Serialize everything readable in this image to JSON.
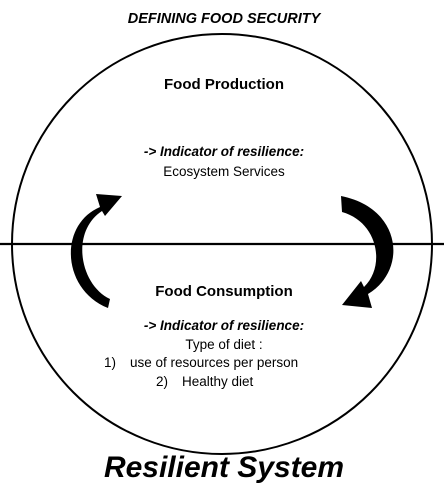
{
  "title": "DEFINING FOOD SECURITY",
  "production": {
    "heading": "Food Production",
    "indicator_label": "-> Indicator of resilience:",
    "indicator_value": "Ecosystem Services"
  },
  "consumption": {
    "heading": "Food Consumption",
    "indicator_label": "-> Indicator of resilience:",
    "diet_label": "Type of diet :",
    "items": [
      {
        "num": "1)",
        "text": "use of resources per person"
      },
      {
        "num": "2)",
        "text": "Healthy diet"
      }
    ]
  },
  "footer": "Resilient System",
  "colors": {
    "stroke": "#000000",
    "background": "#ffffff"
  }
}
